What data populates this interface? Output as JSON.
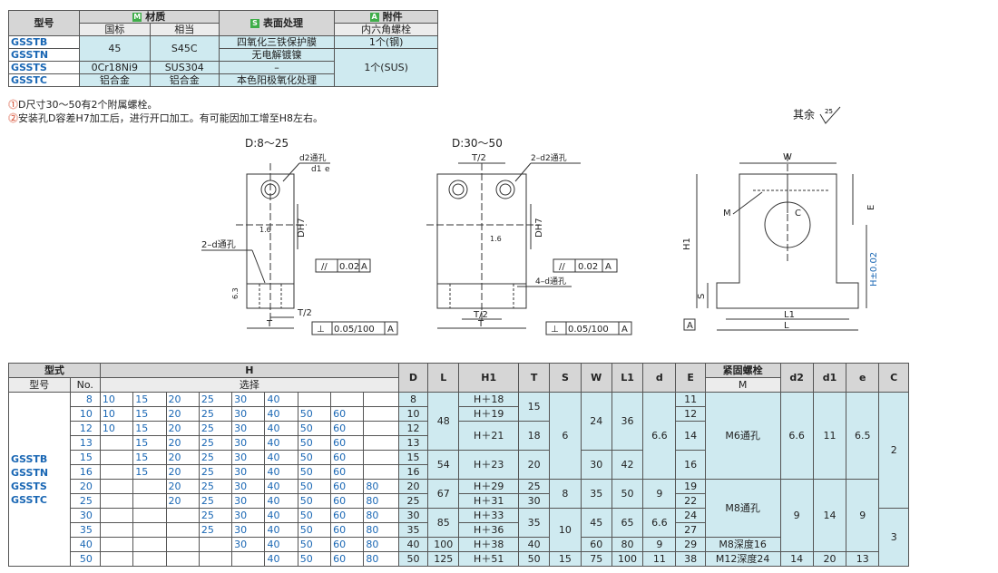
{
  "material_table": {
    "col_model": "型号",
    "col_material": "材质",
    "col_material_badge": "M",
    "col_surface": "表面处理",
    "col_surface_badge": "S",
    "col_accessory": "附件",
    "col_accessory_badge": "A",
    "sub_standard": "国标",
    "sub_equivalent": "相当",
    "sub_bolt": "内六角螺栓",
    "rows": [
      {
        "model": "GSSTB",
        "surface": "四氧化三铁保护膜",
        "bolt": "1个(钢)"
      },
      {
        "model": "GSSTN",
        "surface": "无电解镀镍"
      },
      {
        "model": "GSSTS",
        "std": "0Cr18Ni9",
        "eq": "SUS304",
        "surface": "–",
        "bolt": "1个(SUS)"
      },
      {
        "model": "GSSTC",
        "std": "铝合金",
        "eq": "铝合金",
        "surface": "本色阳极氧化处理"
      }
    ],
    "shared_std": "45",
    "shared_eq": "S45C"
  },
  "notes": [
    "D尺寸30～50有2个附属螺栓。",
    "安装孔D容差H7加工后，进行开口加工。有可能因加工增至H8左右。"
  ],
  "roughness_label": "其余",
  "roughness_value": "25",
  "drawings": {
    "left_title": "D:8～25",
    "mid_title": "D:30～50",
    "left_hole": "d2通孔",
    "left_counter": "d1",
    "left_depth": "e",
    "left_side_holes": "2–d通孔",
    "mid_hole": "2–d2通孔",
    "mid_side_holes": "4–d通孔",
    "tol_parallel": "0.02",
    "tol_perp": "0.05/100",
    "datum": "A",
    "dh7": "DH7",
    "t_half": "T/2",
    "t": "T",
    "rough16": "1.6",
    "rough63": "6.3",
    "w": "W",
    "m": "M",
    "c": "C",
    "e": "E",
    "h1": "H1",
    "h": "H±0.02",
    "s": "S",
    "l1": "L1",
    "l": "L"
  },
  "dim_table": {
    "h_type": "型式",
    "h_model": "型号",
    "h_no": "No.",
    "h_h": "H",
    "h_sel": "选择",
    "h_cols": [
      "D",
      "L",
      "H1",
      "T",
      "S",
      "W",
      "L1",
      "d",
      "E",
      "紧固螺栓",
      "d2",
      "d1",
      "e",
      "C"
    ],
    "h_m": "M",
    "models": [
      "GSSTB",
      "GSSTN",
      "GSSTS",
      "GSSTC"
    ],
    "rows": [
      {
        "no": "8",
        "h": [
          "10",
          "15",
          "20",
          "25",
          "30",
          "40",
          "",
          "",
          ""
        ],
        "d": "8",
        "h1": "H＋18",
        "e": "11"
      },
      {
        "no": "10",
        "h": [
          "10",
          "15",
          "20",
          "25",
          "30",
          "40",
          "50",
          "60",
          ""
        ],
        "d": "10",
        "h1": "H＋19",
        "e": "12"
      },
      {
        "no": "12",
        "h": [
          "10",
          "15",
          "20",
          "25",
          "30",
          "40",
          "50",
          "60",
          ""
        ],
        "d": "12",
        "h1": "H＋21",
        "e": "14"
      },
      {
        "no": "13",
        "h": [
          "",
          "15",
          "20",
          "25",
          "30",
          "40",
          "50",
          "60",
          ""
        ],
        "d": "13"
      },
      {
        "no": "15",
        "h": [
          "",
          "15",
          "20",
          "25",
          "30",
          "40",
          "50",
          "60",
          ""
        ],
        "d": "15",
        "h1": "H＋23",
        "e": "16"
      },
      {
        "no": "16",
        "h": [
          "",
          "15",
          "20",
          "25",
          "30",
          "40",
          "50",
          "60",
          ""
        ],
        "d": "16"
      },
      {
        "no": "20",
        "h": [
          "",
          "",
          "20",
          "25",
          "30",
          "40",
          "50",
          "60",
          "80"
        ],
        "d": "20",
        "h1": "H＋29",
        "t": "25",
        "e": "19"
      },
      {
        "no": "25",
        "h": [
          "",
          "",
          "20",
          "25",
          "30",
          "40",
          "50",
          "60",
          "80"
        ],
        "d": "25",
        "h1": "H＋31",
        "t": "30",
        "e": "22"
      },
      {
        "no": "30",
        "h": [
          "",
          "",
          "",
          "25",
          "30",
          "40",
          "50",
          "60",
          "80"
        ],
        "d": "30",
        "h1": "H＋33",
        "e": "24"
      },
      {
        "no": "35",
        "h": [
          "",
          "",
          "",
          "25",
          "30",
          "40",
          "50",
          "60",
          "80"
        ],
        "d": "35",
        "h1": "H＋36",
        "e": "27"
      },
      {
        "no": "40",
        "h": [
          "",
          "",
          "",
          "",
          "30",
          "40",
          "50",
          "60",
          "80"
        ],
        "d": "40",
        "l": "100",
        "h1": "H＋38",
        "t": "40",
        "w": "60",
        "l1": "80",
        "dd": "9",
        "e": "29",
        "m": "M8深度16"
      },
      {
        "no": "50",
        "h": [
          "",
          "",
          "",
          "",
          "",
          "40",
          "50",
          "60",
          "80"
        ],
        "d": "50",
        "l": "125",
        "h1": "H＋51",
        "t": "50",
        "s": "15",
        "w": "75",
        "l1": "100",
        "dd": "11",
        "e": "38",
        "m": "M12深度24",
        "d2": "14",
        "d1": "20",
        "ee": "13"
      }
    ],
    "merged": {
      "l_a": "48",
      "l_b": "54",
      "l_c": "67",
      "l_d": "85",
      "t_a": "15",
      "t_b": "18",
      "t_c": "20",
      "t_d": "35",
      "s_a": "6",
      "s_b": "8",
      "s_c": "10",
      "w_a": "24",
      "w_b": "30",
      "w_c": "35",
      "w_d": "45",
      "l1_a": "36",
      "l1_b": "42",
      "l1_c": "50",
      "l1_d": "65",
      "d_a": "6.6",
      "d_b": "9",
      "d_c": "6.6",
      "m_a": "M6通孔",
      "m_b": "M8通孔",
      "d2_a": "6.6",
      "d2_b": "9",
      "d1_a": "11",
      "d1_b": "14",
      "e_a": "6.5",
      "e_b": "9",
      "c_a": "2",
      "c_b": "3"
    }
  }
}
